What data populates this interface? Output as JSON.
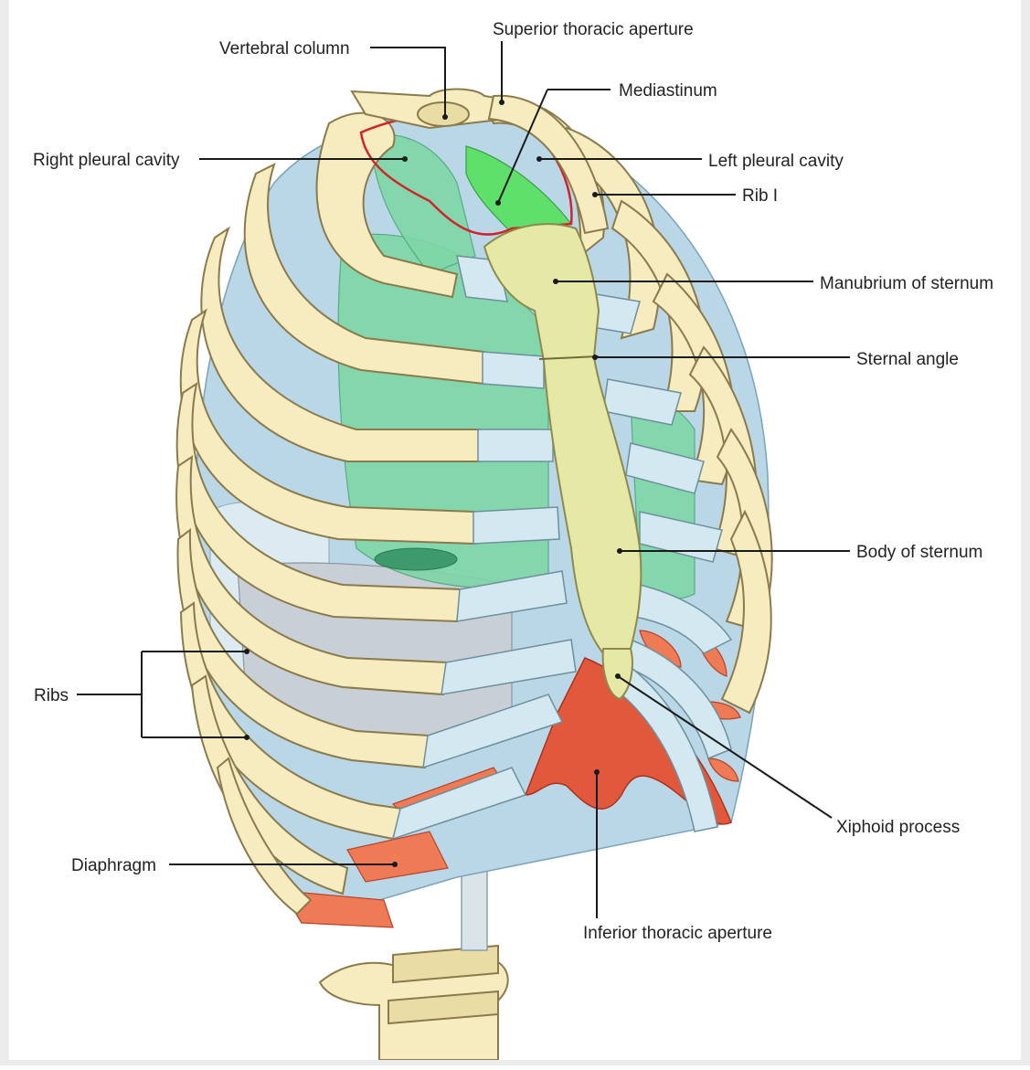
{
  "labels": {
    "vertebral_column": "Vertebral column",
    "superior_thoracic_aperture": "Superior thoracic aperture",
    "mediastinum": "Mediastinum",
    "right_pleural_cavity": "Right pleural cavity",
    "left_pleural_cavity": "Left pleural cavity",
    "rib_1": "Rib I",
    "manubrium_of_sternum": "Manubrium of sternum",
    "sternal_angle": "Sternal angle",
    "body_of_sternum": "Body of sternum",
    "ribs": "Ribs",
    "xiphoid_process": "Xiphoid process",
    "diaphragm": "Diaphragm",
    "inferior_thoracic_aperture": "Inferior thoracic aperture"
  },
  "colors": {
    "bone": "#f6ecc0",
    "costal_cartilage": "#d3e8f0",
    "pleura": "#b9d7e6",
    "lung": "#7fd6a6",
    "mediastinum": "#5ee06a",
    "diaphragm": "#e2583d",
    "aperture_outline": "#d0242a"
  }
}
